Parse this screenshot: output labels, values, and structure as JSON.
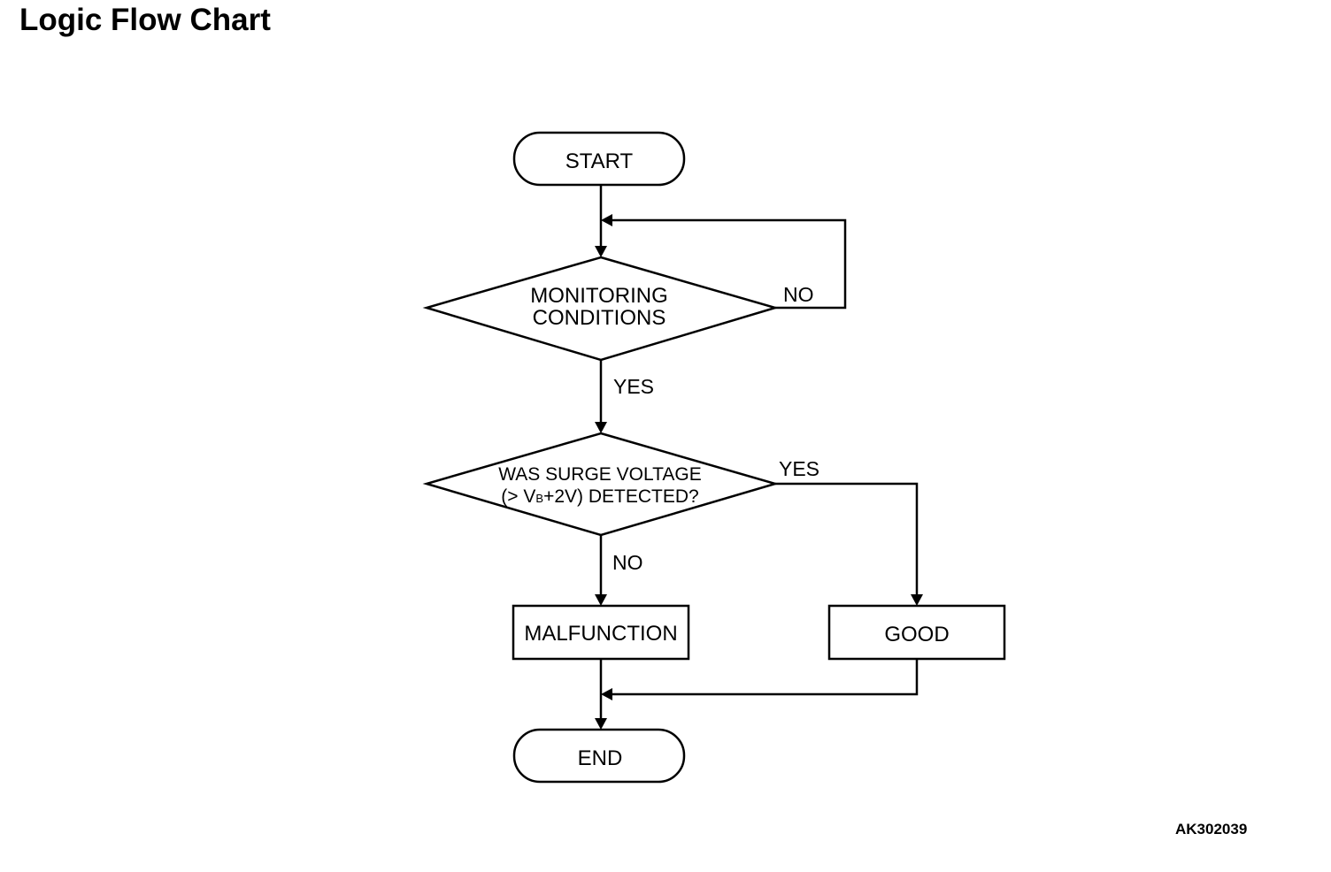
{
  "title": "Logic Flow Chart",
  "figure_id": "AK302039",
  "nodes": {
    "start": "START",
    "monitoring": [
      "MONITORING",
      "CONDITIONS"
    ],
    "surge": {
      "line1": "WAS SURGE VOLTAGE",
      "line2_prefix": "(> V",
      "line2_sub": "B",
      "line2_suffix": "+2V) DETECTED?"
    },
    "malfunction": "MALFUNCTION",
    "good": "GOOD",
    "end": "END"
  },
  "edges": {
    "monitoring_no": "NO",
    "monitoring_yes": "YES",
    "surge_yes": "YES",
    "surge_no": "NO"
  }
}
